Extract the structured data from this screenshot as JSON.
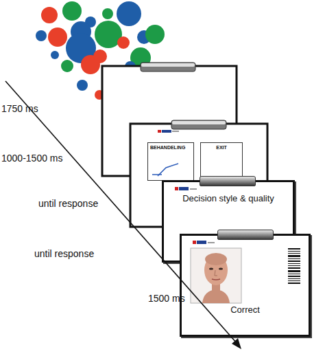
{
  "diagram": {
    "nodes": [
      {
        "text": [
          "BEHANDELING"
        ]
      },
      {
        "text": [
          "EXIT"
        ]
      },
      {
        "text": [
          "Decision style & quality"
        ]
      },
      {
        "text": [
          "Correct"
        ]
      }
    ],
    "labels": [
      "1750 ms",
      "1000-1500 ms",
      "until response",
      "until response",
      "1500 ms"
    ]
  }
}
